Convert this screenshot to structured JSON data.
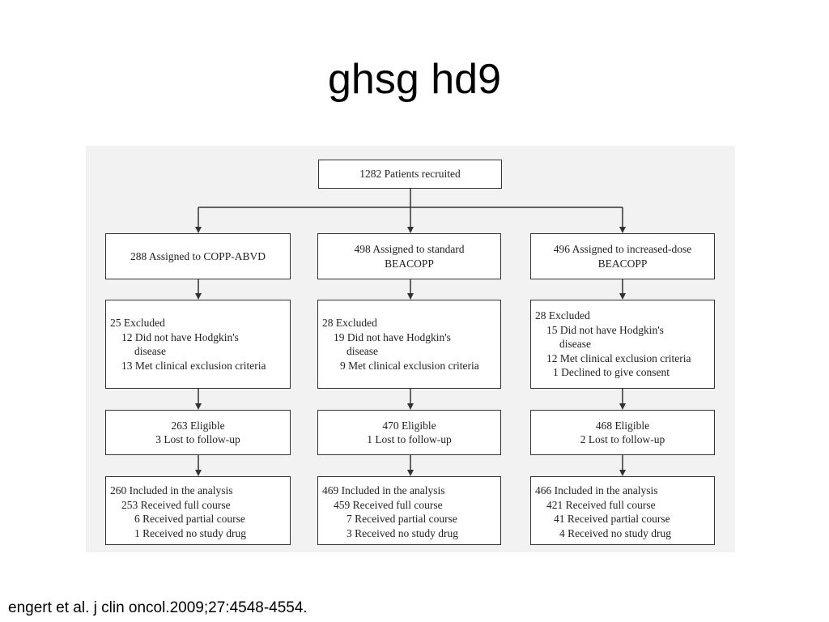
{
  "slide": {
    "title": "ghsg hd9",
    "citation": "engert et al. j clin oncol.2009;27:4548-4554."
  },
  "flowchart": {
    "recruited": "1282 Patients recruited",
    "arms": [
      {
        "assigned": [
          "288 Assigned to COPP-ABVD"
        ],
        "excluded": {
          "head": "25 Excluded",
          "items": [
            {
              "text": "12 Did not have Hodgkin's",
              "indent": 1
            },
            {
              "text": "disease",
              "indent": 2
            },
            {
              "text": "13 Met clinical exclusion criteria",
              "indent": 1
            }
          ]
        },
        "eligible": [
          "263 Eligible",
          "3 Lost to follow-up"
        ],
        "analysis": {
          "head": "260 Included in the analysis",
          "items": [
            "253 Received full course",
            "6 Received partial course",
            "1 Received no study drug"
          ]
        }
      },
      {
        "assigned": [
          "498 Assigned to standard",
          "BEACOPP"
        ],
        "excluded": {
          "head": "28 Excluded",
          "items": [
            {
              "text": "19 Did not have Hodgkin's",
              "indent": 1
            },
            {
              "text": "disease",
              "indent": 2
            },
            {
              "text": "9 Met clinical exclusion criteria",
              "indent": 1
            }
          ]
        },
        "eligible": [
          "470 Eligible",
          "1 Lost to follow-up"
        ],
        "analysis": {
          "head": "469 Included in the analysis",
          "items": [
            "459 Received full course",
            "7 Received partial course",
            "3 Received no study drug"
          ]
        }
      },
      {
        "assigned": [
          "496 Assigned to increased-dose",
          "BEACOPP"
        ],
        "excluded": {
          "head": "28 Excluded",
          "items": [
            {
              "text": "15 Did not have Hodgkin's",
              "indent": 1
            },
            {
              "text": "disease",
              "indent": 2
            },
            {
              "text": "12 Met clinical exclusion criteria",
              "indent": 1
            },
            {
              "text": "1 Declined to give consent",
              "indent": 1
            }
          ]
        },
        "eligible": [
          "468 Eligible",
          "2 Lost to follow-up"
        ],
        "analysis": {
          "head": "466 Included in the analysis",
          "items": [
            "421 Received full course",
            "41 Received partial course",
            "4 Received no study drug"
          ]
        }
      }
    ]
  }
}
